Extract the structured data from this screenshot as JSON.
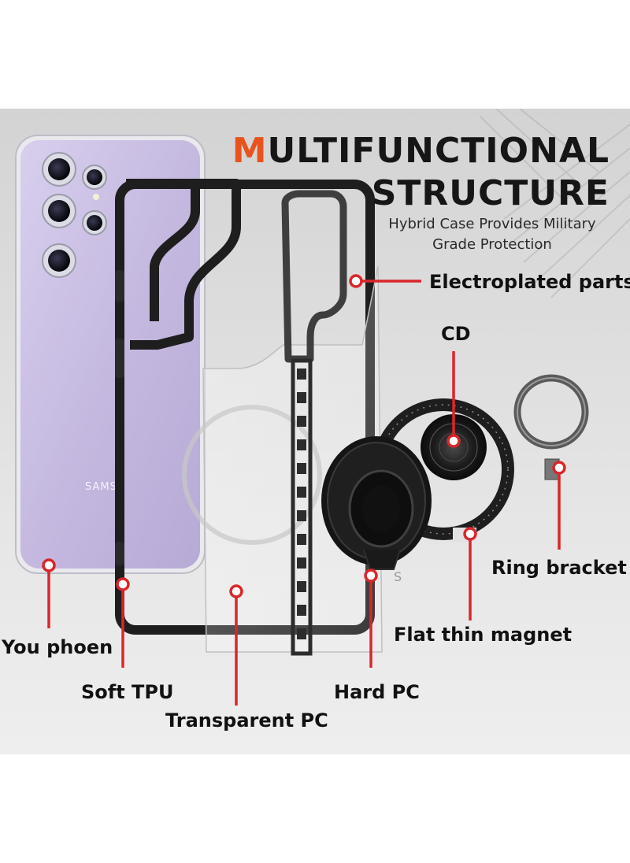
{
  "header": {
    "title_accent": "M",
    "title_line1_rest": "ULTIFUNCTIONAL",
    "title_line2": "STRUCTURE",
    "subtitle_line1": "Hybrid Case Provides Military",
    "subtitle_line2": "Grade Protection"
  },
  "phone": {
    "brand_text": "SAMSU"
  },
  "labels": {
    "electroplated": "Electroplated parts",
    "cd": "CD",
    "ring_bracket": "Ring bracket",
    "flat_thin_magnet": "Flat thin magnet",
    "you_phoen": "You phoen",
    "soft_tpu": "Soft TPU",
    "hard_pc": "Hard PC",
    "transparent_pc": "Transparent PC"
  },
  "colors": {
    "accent": "#e8531d",
    "callout": "#d9262b",
    "phone_back": "#c9bfe0",
    "frame": "#1e1e1e"
  }
}
